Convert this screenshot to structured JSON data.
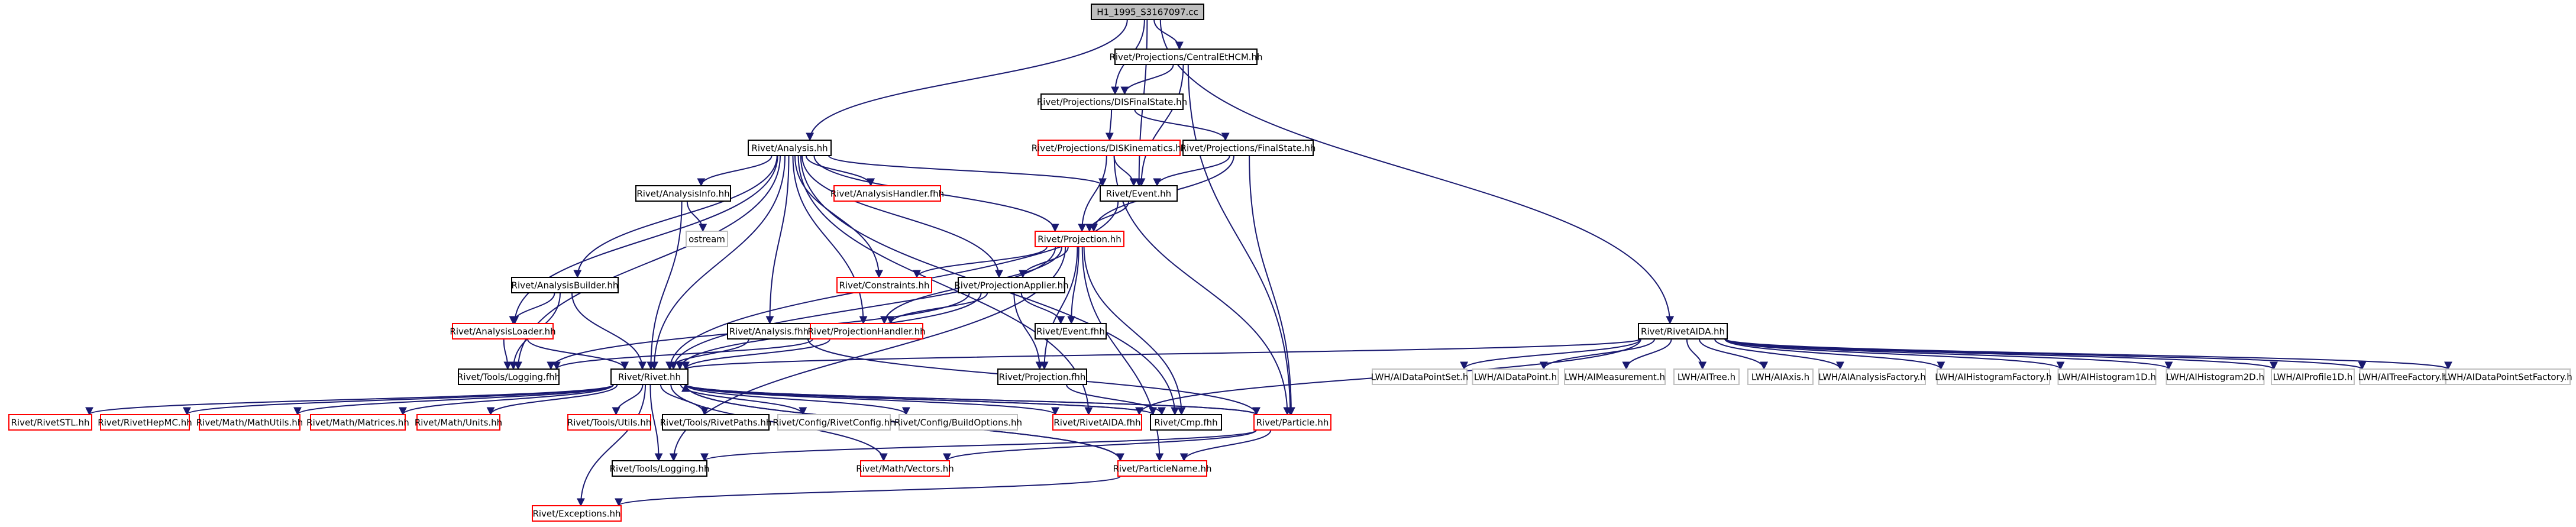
{
  "diagram": {
    "colors": {
      "edge": "#191970",
      "root_fill": "#bfbfbf",
      "root_border": "#000000",
      "documented_border": "#000000",
      "undocumented_border": "#ff0000",
      "external_border": "#bfbfbf",
      "node_fill": "#ffffff"
    },
    "nodes": [
      {
        "id": "root",
        "label": "H1_1995_S3167097.cc",
        "kind": "root"
      },
      {
        "id": "centraletcm",
        "label": "Rivet/Projections/CentralEtHCM.hh",
        "kind": "documented"
      },
      {
        "id": "disfinalstate",
        "label": "Rivet/Projections/DISFinalState.hh",
        "kind": "documented"
      },
      {
        "id": "analysis",
        "label": "Rivet/Analysis.hh",
        "kind": "documented"
      },
      {
        "id": "diskinematics",
        "label": "Rivet/Projections/DISKinematics.hh",
        "kind": "undocumented"
      },
      {
        "id": "finalstate",
        "label": "Rivet/Projections/FinalState.hh",
        "kind": "documented"
      },
      {
        "id": "analysisinfo",
        "label": "Rivet/AnalysisInfo.hh",
        "kind": "documented"
      },
      {
        "id": "analysishandlerfhh",
        "label": "Rivet/AnalysisHandler.fhh",
        "kind": "undocumented"
      },
      {
        "id": "event",
        "label": "Rivet/Event.hh",
        "kind": "documented"
      },
      {
        "id": "ostream",
        "label": "ostream",
        "kind": "external"
      },
      {
        "id": "projection",
        "label": "Rivet/Projection.hh",
        "kind": "undocumented"
      },
      {
        "id": "constraints",
        "label": "Rivet/Constraints.hh",
        "kind": "undocumented"
      },
      {
        "id": "projectionapplier",
        "label": "Rivet/ProjectionApplier.hh",
        "kind": "documented"
      },
      {
        "id": "analysisbuilder",
        "label": "Rivet/AnalysisBuilder.hh",
        "kind": "documented"
      },
      {
        "id": "analysisloader",
        "label": "Rivet/AnalysisLoader.hh",
        "kind": "undocumented"
      },
      {
        "id": "analysisfhh",
        "label": "Rivet/Analysis.fhh",
        "kind": "documented"
      },
      {
        "id": "projectionhandler",
        "label": "Rivet/ProjectionHandler.hh",
        "kind": "undocumented"
      },
      {
        "id": "eventfhh",
        "label": "Rivet/Event.fhh",
        "kind": "documented"
      },
      {
        "id": "toolslogging1",
        "label": "Rivet/Tools/Logging.fhh",
        "kind": "documented"
      },
      {
        "id": "rivet",
        "label": "Rivet/Rivet.hh",
        "kind": "documented"
      },
      {
        "id": "projectionfhh",
        "label": "Rivet/Projection.fhh",
        "kind": "documented"
      },
      {
        "id": "rivetaida",
        "label": "Rivet/RivetAIDA.hh",
        "kind": "documented"
      },
      {
        "id": "lwh_dps",
        "label": "LWH/AIDataPointSet.h",
        "kind": "external"
      },
      {
        "id": "lwh_dp",
        "label": "LWH/AIDataPoint.h",
        "kind": "external"
      },
      {
        "id": "lwh_meas",
        "label": "LWH/AIMeasurement.h",
        "kind": "external"
      },
      {
        "id": "lwh_tree",
        "label": "LWH/AITree.h",
        "kind": "external"
      },
      {
        "id": "lwh_axis",
        "label": "LWH/AIAxis.h",
        "kind": "external"
      },
      {
        "id": "lwh_af",
        "label": "LWH/AIAnalysisFactory.h",
        "kind": "external"
      },
      {
        "id": "lwh_hf",
        "label": "LWH/AIHistogramFactory.h",
        "kind": "external"
      },
      {
        "id": "lwh_h1",
        "label": "LWH/AIHistogram1D.h",
        "kind": "external"
      },
      {
        "id": "lwh_h2",
        "label": "LWH/AIHistogram2D.h",
        "kind": "external"
      },
      {
        "id": "lwh_p1",
        "label": "LWH/AIProfile1D.h",
        "kind": "external"
      },
      {
        "id": "lwh_tf",
        "label": "LWH/AITreeFactory.h",
        "kind": "external"
      },
      {
        "id": "lwh_dpsf",
        "label": "LWH/AIDataPointSetFactory.h",
        "kind": "external"
      },
      {
        "id": "rivetstl",
        "label": "Rivet/RivetSTL.hh",
        "kind": "undocumented"
      },
      {
        "id": "rivethepmc",
        "label": "Rivet/RivetHepMC.hh",
        "kind": "undocumented"
      },
      {
        "id": "mathutils",
        "label": "Rivet/Math/MathUtils.hh",
        "kind": "undocumented"
      },
      {
        "id": "matrices",
        "label": "Rivet/Math/Matrices.hh",
        "kind": "undocumented"
      },
      {
        "id": "units",
        "label": "Rivet/Math/Units.hh",
        "kind": "undocumented"
      },
      {
        "id": "toolsutils",
        "label": "Rivet/Tools/Utils.hh",
        "kind": "undocumented"
      },
      {
        "id": "rivetpaths",
        "label": "Rivet/Tools/RivetPaths.hh",
        "kind": "documented"
      },
      {
        "id": "rivetconfig",
        "label": "Rivet/Config/RivetConfig.hh",
        "kind": "external"
      },
      {
        "id": "buildoptions",
        "label": "Rivet/Config/BuildOptions.hh",
        "kind": "external"
      },
      {
        "id": "rivetaidafhh",
        "label": "Rivet/RivetAIDA.fhh",
        "kind": "undocumented"
      },
      {
        "id": "cmpfhh",
        "label": "Rivet/Cmp.fhh",
        "kind": "documented"
      },
      {
        "id": "particle",
        "label": "Rivet/Particle.hh",
        "kind": "undocumented"
      },
      {
        "id": "toolslogging2",
        "label": "Rivet/Tools/Logging.hh",
        "kind": "documented"
      },
      {
        "id": "vectors",
        "label": "Rivet/Math/Vectors.hh",
        "kind": "undocumented"
      },
      {
        "id": "particlename",
        "label": "Rivet/ParticleName.hh",
        "kind": "undocumented"
      },
      {
        "id": "exceptions",
        "label": "Rivet/Exceptions.hh",
        "kind": "undocumented"
      }
    ],
    "edges": [
      [
        "root",
        "centraletcm"
      ],
      [
        "root",
        "disfinalstate"
      ],
      [
        "root",
        "analysis"
      ],
      [
        "root",
        "rivetaida"
      ],
      [
        "root",
        "event"
      ],
      [
        "centraletcm",
        "disfinalstate"
      ],
      [
        "centraletcm",
        "event"
      ],
      [
        "centraletcm",
        "particle"
      ],
      [
        "disfinalstate",
        "diskinematics"
      ],
      [
        "disfinalstate",
        "finalstate"
      ],
      [
        "diskinematics",
        "event"
      ],
      [
        "diskinematics",
        "projection"
      ],
      [
        "diskinematics",
        "particle"
      ],
      [
        "finalstate",
        "event"
      ],
      [
        "finalstate",
        "projection"
      ],
      [
        "finalstate",
        "particle"
      ],
      [
        "analysis",
        "analysisinfo"
      ],
      [
        "analysis",
        "analysishandlerfhh"
      ],
      [
        "analysis",
        "event"
      ],
      [
        "analysis",
        "projection"
      ],
      [
        "analysis",
        "constraints"
      ],
      [
        "analysis",
        "projectionapplier"
      ],
      [
        "analysis",
        "analysisbuilder"
      ],
      [
        "analysis",
        "analysisloader"
      ],
      [
        "analysis",
        "analysisfhh"
      ],
      [
        "analysis",
        "projectionhandler"
      ],
      [
        "analysis",
        "toolslogging1"
      ],
      [
        "analysis",
        "rivet"
      ],
      [
        "analysis",
        "rivetaidafhh"
      ],
      [
        "analysis",
        "cmpfhh"
      ],
      [
        "analysisinfo",
        "ostream"
      ],
      [
        "analysisinfo",
        "rivet"
      ],
      [
        "event",
        "projection"
      ],
      [
        "event",
        "rivet"
      ],
      [
        "projection",
        "constraints"
      ],
      [
        "projection",
        "projectionapplier"
      ],
      [
        "projection",
        "projectionhandler"
      ],
      [
        "projection",
        "eventfhh"
      ],
      [
        "projection",
        "rivet"
      ],
      [
        "projection",
        "projectionfhh"
      ],
      [
        "projection",
        "cmpfhh"
      ],
      [
        "projection",
        "toolslogging2"
      ],
      [
        "projection",
        "particlename"
      ],
      [
        "projectionapplier",
        "projectionhandler"
      ],
      [
        "projectionapplier",
        "eventfhh"
      ],
      [
        "projectionapplier",
        "projectionfhh"
      ],
      [
        "projectionapplier",
        "rivet"
      ],
      [
        "projectionapplier",
        "toolslogging1"
      ],
      [
        "analysisbuilder",
        "analysisloader"
      ],
      [
        "analysisbuilder",
        "rivet"
      ],
      [
        "analysisbuilder",
        "toolslogging1"
      ],
      [
        "analysisloader",
        "rivet"
      ],
      [
        "analysisloader",
        "toolslogging1"
      ],
      [
        "analysisfhh",
        "rivet"
      ],
      [
        "analysisfhh",
        "particle"
      ],
      [
        "projectionhandler",
        "rivet"
      ],
      [
        "projectionhandler",
        "toolslogging1"
      ],
      [
        "rivetaida",
        "rivet"
      ],
      [
        "rivetaida",
        "lwh_dps"
      ],
      [
        "rivetaida",
        "lwh_dp"
      ],
      [
        "rivetaida",
        "lwh_meas"
      ],
      [
        "rivetaida",
        "lwh_tree"
      ],
      [
        "rivetaida",
        "lwh_axis"
      ],
      [
        "rivetaida",
        "lwh_af"
      ],
      [
        "rivetaida",
        "lwh_hf"
      ],
      [
        "rivetaida",
        "lwh_h1"
      ],
      [
        "rivetaida",
        "lwh_h2"
      ],
      [
        "rivetaida",
        "lwh_p1"
      ],
      [
        "rivetaida",
        "lwh_tf"
      ],
      [
        "rivetaida",
        "lwh_dpsf"
      ],
      [
        "rivetaida",
        "rivetaidafhh"
      ],
      [
        "rivet",
        "rivetstl"
      ],
      [
        "rivet",
        "rivethepmc"
      ],
      [
        "rivet",
        "mathutils"
      ],
      [
        "rivet",
        "matrices"
      ],
      [
        "rivet",
        "units"
      ],
      [
        "rivet",
        "toolsutils"
      ],
      [
        "rivet",
        "rivetpaths"
      ],
      [
        "rivet",
        "rivetconfig"
      ],
      [
        "rivet",
        "buildoptions"
      ],
      [
        "rivet",
        "rivetaidafhh"
      ],
      [
        "rivet",
        "cmpfhh"
      ],
      [
        "rivet",
        "particle"
      ],
      [
        "rivet",
        "toolslogging2"
      ],
      [
        "rivet",
        "vectors"
      ],
      [
        "rivet",
        "particlename"
      ],
      [
        "rivet",
        "exceptions"
      ],
      [
        "particle",
        "toolslogging2"
      ],
      [
        "particle",
        "vectors"
      ],
      [
        "particle",
        "particlename"
      ],
      [
        "particle",
        "rivet"
      ],
      [
        "particlename",
        "exceptions"
      ],
      [
        "particlename",
        "rivet"
      ],
      [
        "cmpfhh",
        "rivet"
      ],
      [
        "projectionfhh",
        "cmpfhh"
      ]
    ]
  }
}
